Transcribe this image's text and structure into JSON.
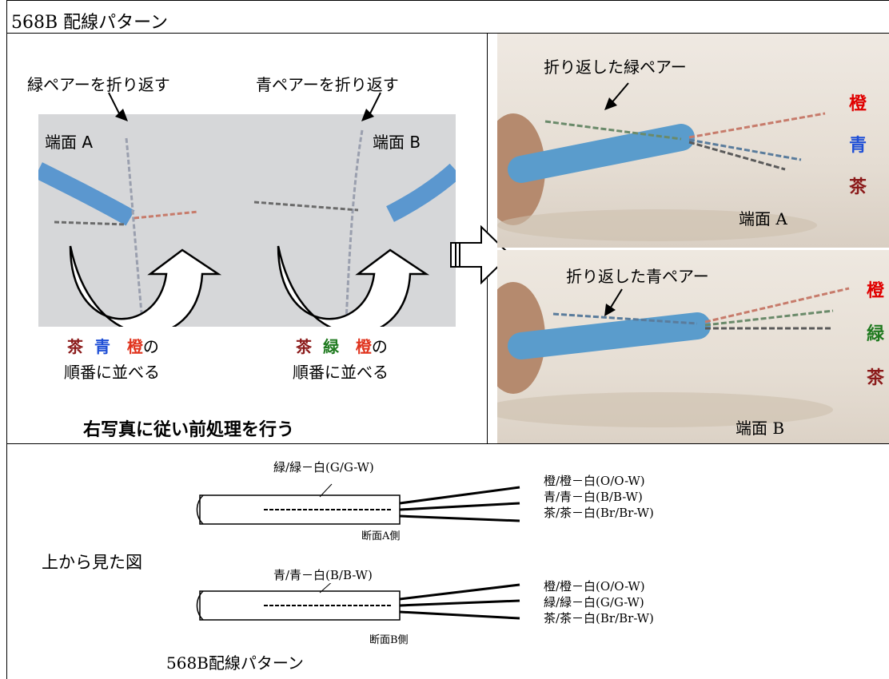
{
  "title": "568B 配線パターン",
  "left_panel": {
    "fold_green_label": "緑ペアーを折り返す",
    "fold_blue_label": "青ペアーを折り返す",
    "end_a": "端面 A",
    "end_b": "端面 B",
    "order_a": {
      "c1": "茶",
      "c2": "青",
      "c3": "橙",
      "suffix": "の",
      "line2": "順番に並べる"
    },
    "order_b": {
      "c1": "茶",
      "c2": "緑",
      "c3": "橙",
      "suffix": "の",
      "line2": "順番に並べる"
    },
    "instruction": "右写真に従い前処理を行う"
  },
  "right_top": {
    "caption": "折り返した緑ペアー",
    "colors": [
      "橙",
      "青",
      "茶"
    ],
    "end_label": "端面 A"
  },
  "right_bottom": {
    "caption": "折り返した青ペアー",
    "colors": [
      "橙",
      "緑",
      "茶"
    ],
    "end_label": "端面 B"
  },
  "bottom": {
    "top_view": "上から見た図",
    "diag_a": {
      "fold": "緑/緑－白(G/G-W)",
      "w1": "橙/橙－白(O/O-W)",
      "w2": "青/青－白(B/B-W)",
      "w3": "茶/茶－白(Br/Br-W)",
      "end": "断面A側"
    },
    "diag_b": {
      "fold": "青/青－白(B/B-W)",
      "w1": "橙/橙－白(O/O-W)",
      "w2": "緑/緑－白(G/G-W)",
      "w3": "茶/茶－白(Br/Br-W)",
      "end": "断面B側"
    },
    "pattern_caption": "568B配線パターン"
  },
  "colors": {
    "brown": "#8b1a1a",
    "blue": "#1f4fd6",
    "orange": "#e0341e",
    "green": "#1f7a1f",
    "red": "#e00000"
  }
}
